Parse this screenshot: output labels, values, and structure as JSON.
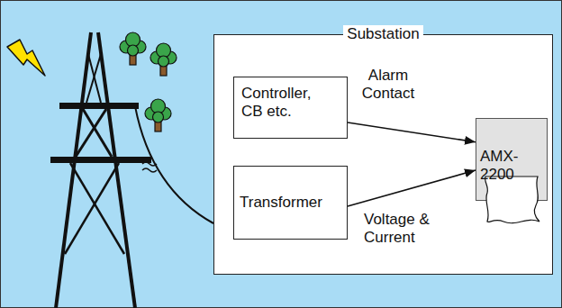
{
  "diagram": {
    "nodes": [
      {
        "text": [
          "Substation"
        ]
      },
      {
        "text": [
          "Controller, CB etc."
        ],
        "in": 0
      },
      {
        "text": [
          "Transformer"
        ],
        "in": 0
      },
      {
        "text": [
          "AMX-2200"
        ],
        "in": 0
      }
    ],
    "edges": [
      {
        "from": 1,
        "to": 3,
        "arrow": "to",
        "label": "Alarm Contact"
      },
      {
        "from": 2,
        "to": 3,
        "arrow": "to",
        "label": "Voltage & Current"
      }
    ]
  }
}
